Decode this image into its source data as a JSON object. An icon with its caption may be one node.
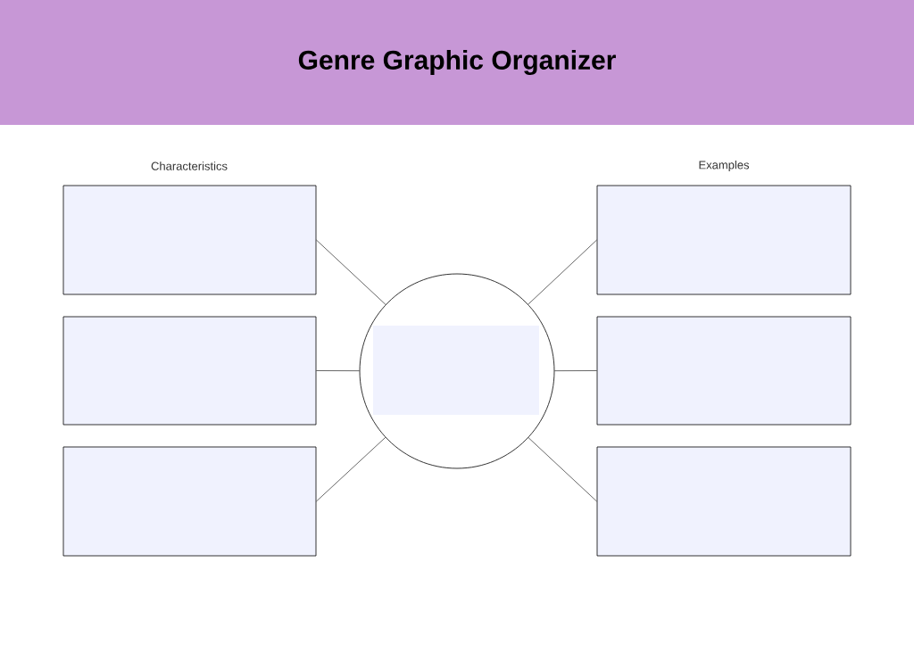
{
  "diagram": {
    "title": "Genre Graphic Organizer",
    "nodes": [
      {
        "text": [],
        "shape": "circle"
      },
      {
        "text": [],
        "shape": "box",
        "in": 0
      },
      {
        "text": [],
        "shape": "box"
      },
      {
        "text": [],
        "shape": "box"
      },
      {
        "text": [],
        "shape": "box"
      },
      {
        "text": [],
        "shape": "box"
      },
      {
        "text": [],
        "shape": "box"
      },
      {
        "text": [],
        "shape": "box"
      }
    ],
    "edges": [
      {
        "from": 0,
        "to": 2,
        "arrow": "none"
      },
      {
        "from": 0,
        "to": 3,
        "arrow": "none"
      },
      {
        "from": 0,
        "to": 4,
        "arrow": "none"
      },
      {
        "from": 0,
        "to": 5,
        "arrow": "none"
      },
      {
        "from": 0,
        "to": 6,
        "arrow": "none"
      },
      {
        "from": 0,
        "to": 7,
        "arrow": "none"
      }
    ],
    "labels": [
      "Characteristics",
      "Examples"
    ]
  }
}
